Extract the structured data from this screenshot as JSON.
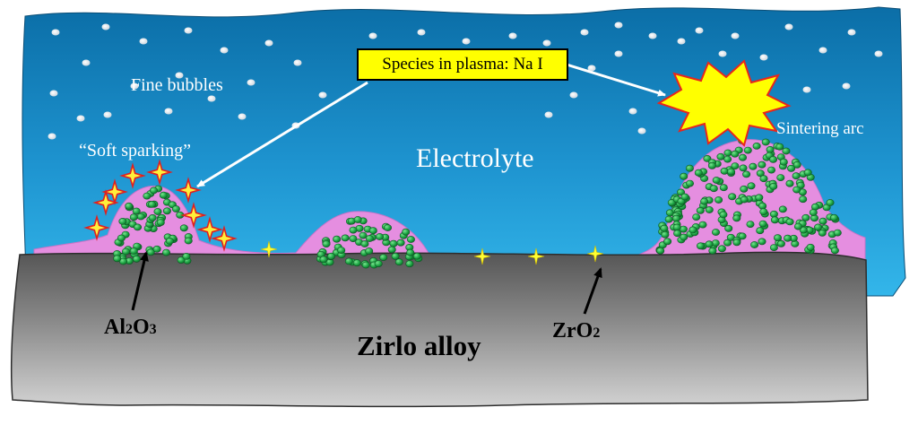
{
  "labels": {
    "fine_bubbles": "Fine bubbles",
    "soft_sparking": "“Soft sparking”",
    "species_box": "Species in plasma: Na I",
    "electrolyte": "Electrolyte",
    "sintering_arc": "Sintering arc",
    "al2o3": {
      "base1": "Al",
      "sub1": "2",
      "base2": "O",
      "sub2": "3"
    },
    "zro2": {
      "base": "ZrO",
      "sub": "2"
    },
    "substrate": "Zirlo alloy"
  },
  "colors": {
    "electrolyte_dark": "#0a6fa8",
    "electrolyte_light": "#2fb4e8",
    "coating_pink": "#e58ee0",
    "particle_green": "#22b14c",
    "sun_yellow": "#ffff00",
    "sun_edge": "#e8261c",
    "spark_red": "#e02020",
    "spark_yellow": "#ffef3a",
    "alloy_light": "#c8c8c8",
    "alloy_dark": "#5a5a5a"
  }
}
